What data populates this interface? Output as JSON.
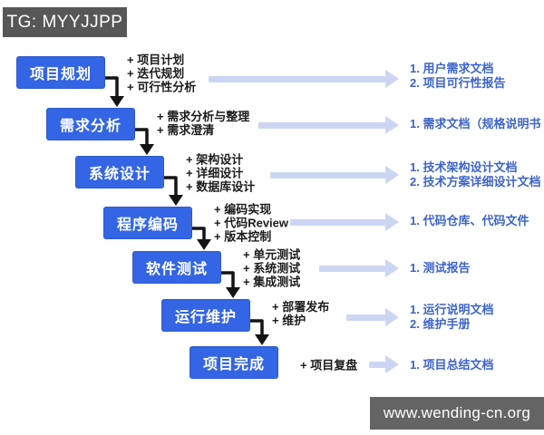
{
  "header": {
    "badge": "TG: MYYJJPP"
  },
  "footer": {
    "watermark": "www.wending-cn.org"
  },
  "colors": {
    "stage_box": "#3465e4",
    "connector": "#141414",
    "arrow": "#ccd6f2",
    "outputs_text": "#3d64c9",
    "tasks_text": "#1c1c1c",
    "badge_bg": "#575757",
    "watermark_bg": "#646464"
  },
  "stages": [
    {
      "label": "项目规划",
      "tasks": [
        "+ 项目计划",
        "+ 迭代规划",
        "+ 可行性分析"
      ],
      "outputs": [
        "1. 用户需求文档",
        "2. 项目可行性报告"
      ]
    },
    {
      "label": "需求分析",
      "tasks": [
        "+ 需求分析与整理",
        "+ 需求澄清"
      ],
      "outputs": [
        "1. 需求文档（规格说明书"
      ]
    },
    {
      "label": "系统设计",
      "tasks": [
        "+ 架构设计",
        "+ 详细设计",
        "+ 数据库设计"
      ],
      "outputs": [
        "1. 技术架构设计文档",
        "2. 技术方案详细设计文档"
      ]
    },
    {
      "label": "程序编码",
      "tasks": [
        "+ 编码实现",
        "+ 代码Review",
        "+ 版本控制"
      ],
      "outputs": [
        "1. 代码仓库、代码文件"
      ]
    },
    {
      "label": "软件测试",
      "tasks": [
        "+ 单元测试",
        "+ 系统测试",
        "+ 集成测试"
      ],
      "outputs": [
        "1. 测试报告"
      ]
    },
    {
      "label": "运行维护",
      "tasks": [
        "+ 部署发布",
        "+ 维护"
      ],
      "outputs": [
        "1. 运行说明文档",
        "2. 维护手册"
      ]
    },
    {
      "label": "项目完成",
      "tasks": [
        "+ 项目复盘"
      ],
      "outputs": [
        "1. 项目总结文档"
      ]
    }
  ]
}
